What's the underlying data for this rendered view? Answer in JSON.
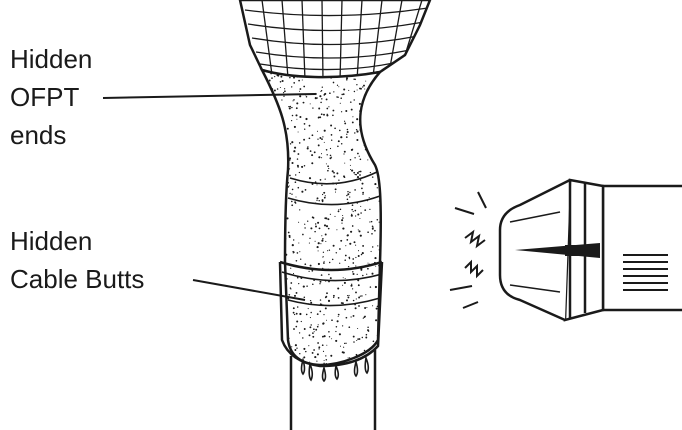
{
  "labels": {
    "ofpt": [
      "Hidden",
      "OFPT",
      "ends"
    ],
    "cable": [
      "Hidden",
      "Cable Butts"
    ]
  },
  "colors": {
    "ink": "#1a1a1a",
    "background": "#ffffff"
  }
}
